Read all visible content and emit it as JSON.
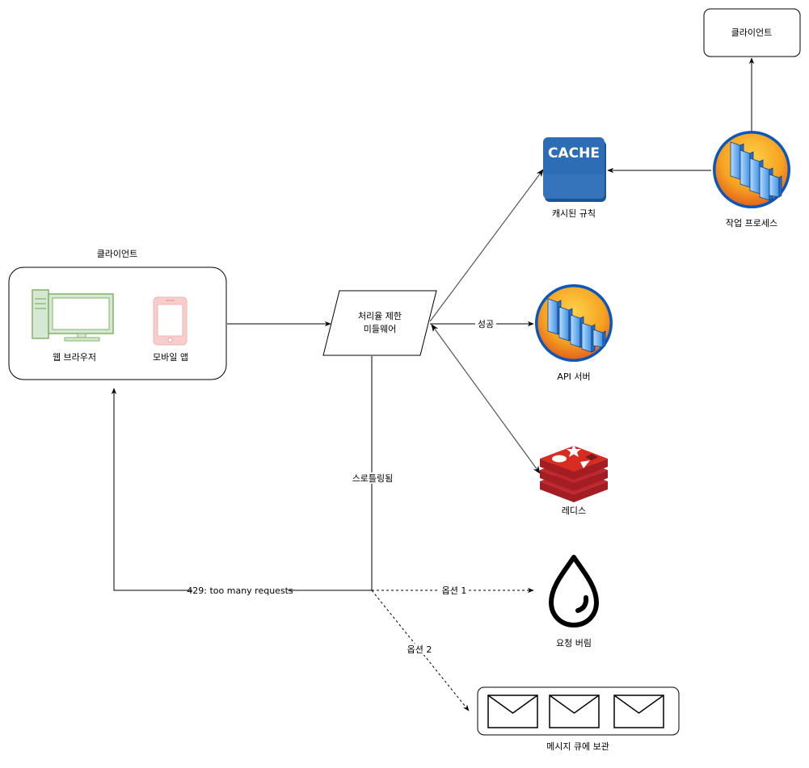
{
  "client_group": {
    "title": "클라이언트",
    "web_browser": "웹 브라우저",
    "mobile_app": "모바일 앱"
  },
  "rate_limiter": {
    "line1": "처리율 제한",
    "line2": "미들웨어"
  },
  "cache": {
    "badge": "CACHE",
    "label": "캐시된 규칙"
  },
  "workers": {
    "label": "작업 프로세스"
  },
  "client_top": {
    "label": "클라이언트"
  },
  "api_server": {
    "label": "API 서버"
  },
  "redis": {
    "label": "레디스"
  },
  "drop": {
    "label": "요청 버림"
  },
  "queue": {
    "label": "메시지 큐에 보관"
  },
  "edges": {
    "success": "성공",
    "throttled": "스로틀링됨",
    "too_many": "429: too many requests",
    "option1": "옵션 1",
    "option2": "옵션 2"
  },
  "colors": {
    "monitor_green": "#82b366",
    "monitor_fill": "#d5e8d4",
    "phone_pink": "#f8cecc",
    "cache_blue": "#2d6db5",
    "redis_red": "#c0272d",
    "server_orange": "#f08c1e"
  }
}
